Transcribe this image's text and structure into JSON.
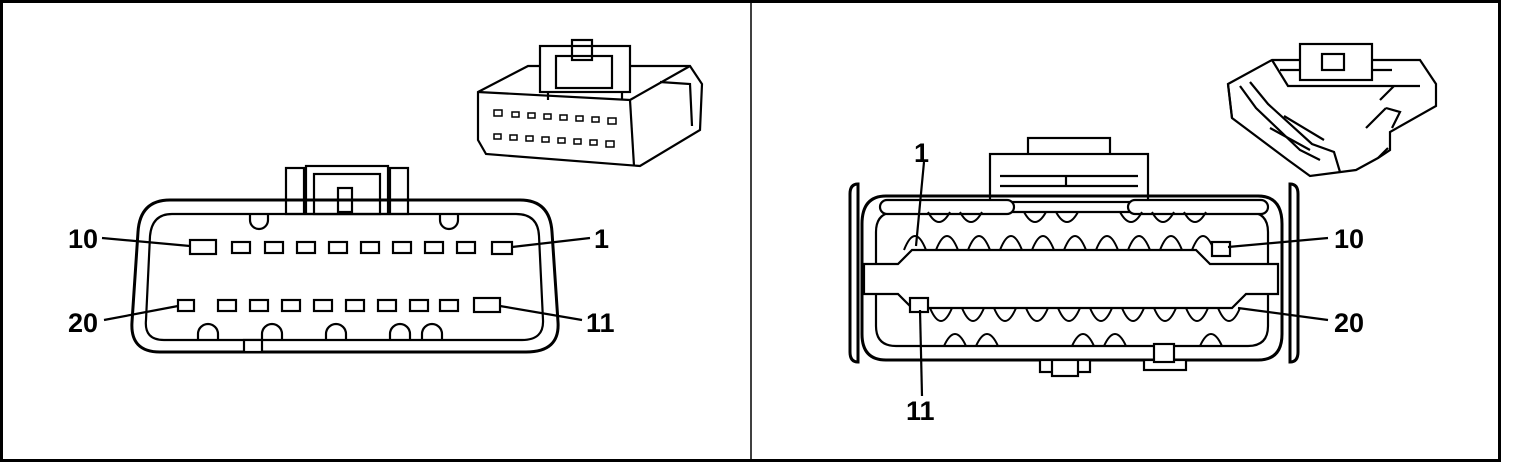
{
  "diagram": {
    "left_view": {
      "labels": {
        "top_left": "10",
        "top_right": "1",
        "bottom_left": "20",
        "bottom_right": "11"
      }
    },
    "right_view": {
      "labels": {
        "top_left": "1",
        "top_right": "10",
        "bottom_right": "20",
        "bottom_left": "11"
      }
    }
  }
}
